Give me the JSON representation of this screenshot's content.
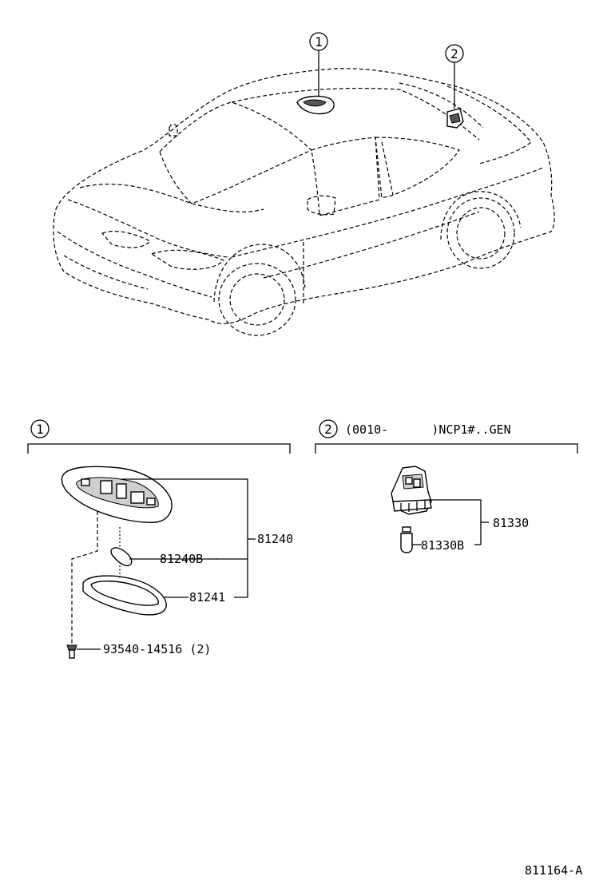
{
  "callouts": {
    "one": "1",
    "two": "2"
  },
  "sections": {
    "section1": {
      "marker": "1"
    },
    "section2": {
      "marker": "2",
      "condition": "(0010-      )NCP1#..GEN"
    }
  },
  "parts": {
    "p81240": "81240",
    "p81240B": "81240B",
    "p81241": "81241",
    "screw": "93540-14516 (2)",
    "p81330": "81330",
    "p81330B": "81330B"
  },
  "diagram_code": "811164-A"
}
